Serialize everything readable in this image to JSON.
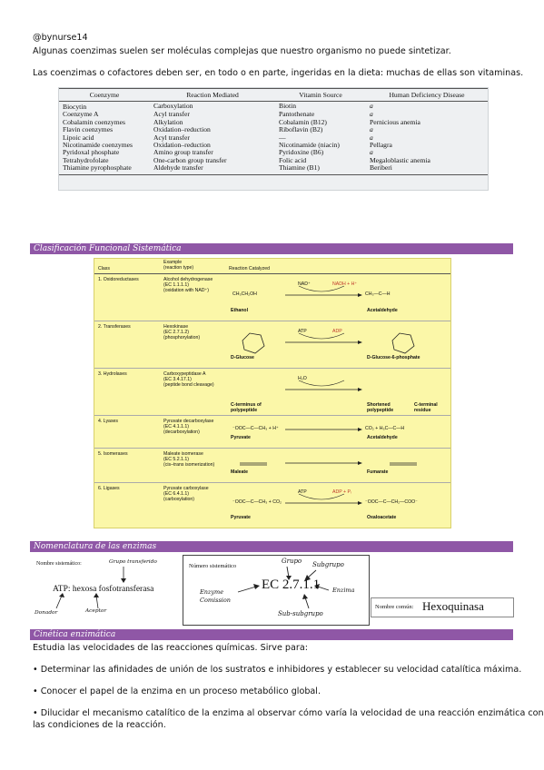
{
  "header": {
    "author": "@bynurse14",
    "line1": "Algunas coenzimas suelen ser moléculas complejas que nuestro organismo no puede sintetizar.",
    "line2": "Las coenzimas o cofactores deben ser, en todo o en parte, ingeridas en la dieta: muchas de ellas son vitaminas."
  },
  "coenzyme_table": {
    "headers": [
      "Coenzyme",
      "Reaction Mediated",
      "Vitamin Source",
      "Human Deficiency Disease"
    ],
    "rows": [
      [
        "Biocytin",
        "Carboxylation",
        "Biotin",
        "a"
      ],
      [
        "Coenzyme A",
        "Acyl transfer",
        "Pantothenate",
        "a"
      ],
      [
        "Cobalamin coenzymes",
        "Alkylation",
        "Cobalamin (B12)",
        "Pernicious anemia"
      ],
      [
        "Flavin coenzymes",
        "Oxidation–reduction",
        "Riboflavin (B2)",
        "a"
      ],
      [
        "Lipoic acid",
        "Acyl transfer",
        "—",
        "a"
      ],
      [
        "Nicotinamide coenzymes",
        "Oxidation–reduction",
        "Nicotinamide (niacin)",
        "Pellagra"
      ],
      [
        "Pyridoxal phosphate",
        "Amino group transfer",
        "Pyridoxine (B6)",
        "a"
      ],
      [
        "Tetrahydrofolate",
        "One-carbon group transfer",
        "Folic acid",
        "Megaloblastic anemia"
      ],
      [
        "Thiamine pyrophosphate",
        "Aldehyde transfer",
        "Thiamine (B1)",
        "Beriberi"
      ]
    ]
  },
  "sections": {
    "classification": "Clasificación Funcional Sistemática",
    "nomenclature": "Nomenclatura de las enzimas",
    "kinetics": "Cinética enzimática"
  },
  "classification_figure": {
    "headers": {
      "class": "Class",
      "example": "Example\n(reaction type)",
      "reaction": "Reaction Catalyzed"
    },
    "rows": [
      {
        "class": "1. Oxidoreductases",
        "example": "Alcohol dehydrogenase\n(EC 1.1.1.1)\n(oxidation with NAD⁺)",
        "substrate": "Ethanol",
        "product": "Acetaldehyde",
        "s_formula": "CH₃CH₂OH",
        "p_formula": "CH₃—C—H",
        "cofactor_in": "NAD⁺",
        "cofactor_out": "NADH + H⁺"
      },
      {
        "class": "2. Transferases",
        "example": "Hexokinase\n(EC 2.7.1.2)\n(phosphorylation)",
        "substrate": "D-Glucose",
        "product": "D-Glucose-6-phosphate",
        "cofactor_in": "ATP",
        "cofactor_out": "ADP"
      },
      {
        "class": "3. Hydrolases",
        "example": "Carboxypeptidase A\n(EC 3.4.17.1)\n(peptide bond cleavage)",
        "substrate": "C-terminus of\npolypeptide",
        "product": "Shortened\npolypeptide",
        "product2": "C-terminal\nresidue",
        "cofactor_in": "H₂O"
      },
      {
        "class": "4. Lyases",
        "example": "Pyruvate decarboxylase\n(EC 4.1.1.1)\n(decarboxylation)",
        "substrate": "Pyruvate",
        "product": "Acetaldehyde",
        "s_formula": "⁻OOC—C—CH₃ + H⁺",
        "p_formula": "CO₂ + H₃C—C—H"
      },
      {
        "class": "5. Isomerases",
        "example": "Maleate isomerase\n(EC 5.2.1.1)\n(cis–trans isomerization)",
        "substrate": "Maleate",
        "product": "Fumarate"
      },
      {
        "class": "6. Ligases",
        "example": "Pyruvate carboxylase\n(EC 6.4.1.1)\n(carboxylation)",
        "substrate": "Pyruvate",
        "product": "Oxaloacetate",
        "s_formula": "⁻OOC—C—CH₃ + CO₂",
        "p_formula": "⁻OOC—C—CH₂—COO⁻",
        "cofactor_in": "ATP",
        "cofactor_out": "ADP + Pᵢ"
      }
    ]
  },
  "nomenclature": {
    "left": {
      "label": "Nombre sistemático:",
      "group_label": "Grupo transferido",
      "name": "ATP: hexosa fosfotransferasa",
      "donor": "Donador",
      "acceptor": "Aceptor"
    },
    "middle": {
      "label": "Número sistemático",
      "group": "Grupo",
      "subgroup": "Subgrupo",
      "code": "EC 2.7.1.1",
      "enzyme_commission": "Enzyme\nComission",
      "enzyme": "Enzima",
      "subsubgroup": "Sub-subgrupo"
    },
    "right": {
      "label": "Nombre común:",
      "name": "Hexoquinasa"
    }
  },
  "kinetics": {
    "intro": "Estudia las velocidades de las reacciones químicas. Sirve para:",
    "bullets": [
      "• Determinar las afinidades de unión de los sustratos e inhibidores y establecer su velocidad catalítica máxima.",
      "• Conocer el papel de la enzima en un proceso metabólico global.",
      "• Dilucidar el mecanismo catalítico de la enzima al observar cómo varía la velocidad de una reacción enzimática con",
      "las condiciones de la reacción."
    ]
  },
  "colors": {
    "section_bar": "#8f57a6",
    "figure_bg": "#fbf7a8",
    "table_bg": "#eef0f2"
  }
}
